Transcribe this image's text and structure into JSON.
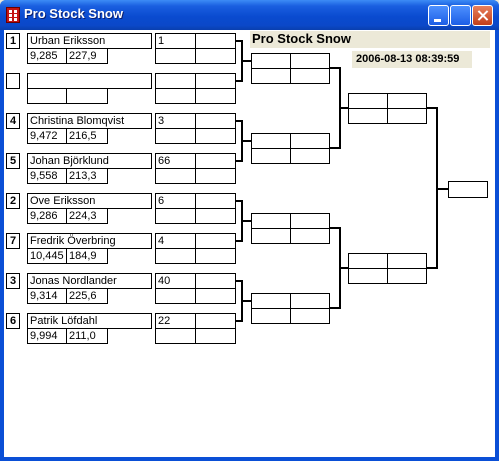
{
  "window": {
    "title": "Pro Stock Snow"
  },
  "event": {
    "title": "Pro Stock Snow",
    "datetime": "2006-08-13 08:39:59"
  },
  "slots": [
    {
      "seed": "1",
      "name": "Urban Eriksson",
      "et": "9,285",
      "mph": "227,9",
      "lane": "1"
    },
    {
      "seed": "",
      "name": "",
      "et": "",
      "mph": "",
      "lane": ""
    },
    {
      "seed": "4",
      "name": "Christina Blomqvist",
      "et": "9,472",
      "mph": "216,5",
      "lane": "3"
    },
    {
      "seed": "5",
      "name": "Johan Björklund",
      "et": "9,558",
      "mph": "213,3",
      "lane": "66"
    },
    {
      "seed": "2",
      "name": "Ove Eriksson",
      "et": "9,286",
      "mph": "224,3",
      "lane": "6"
    },
    {
      "seed": "7",
      "name": "Fredrik Överbring",
      "et": "10,445",
      "mph": "184,9",
      "lane": "4"
    },
    {
      "seed": "3",
      "name": "Jonas Nordlander",
      "et": "9,314",
      "mph": "225,6",
      "lane": "40"
    },
    {
      "seed": "6",
      "name": "Patrik Löfdahl",
      "et": "9,994",
      "mph": "211,0",
      "lane": "22"
    }
  ]
}
